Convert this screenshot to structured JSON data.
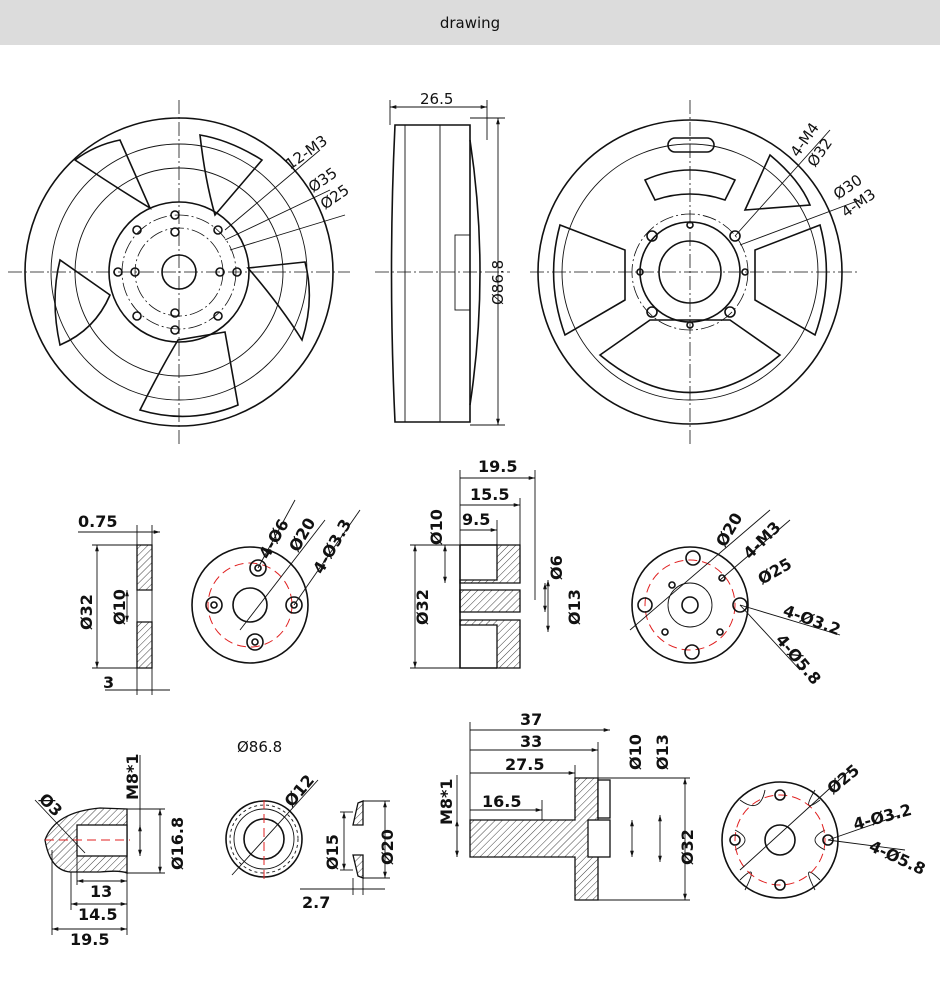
{
  "window": {
    "title": "drawing"
  },
  "views": {
    "front_left": {
      "holes": "12-M3",
      "d1": "Ø35",
      "d2": "Ø25"
    },
    "side": {
      "width": "26.5",
      "diameter": "Ø86.8"
    },
    "front_right": {
      "holes1": "4-M4",
      "d1": "Ø32",
      "d2": "Ø30",
      "holes2": "4-M3"
    },
    "adapter_section": {
      "thick": "0.75",
      "outer": "Ø32",
      "inner": "Ø10",
      "depth": "3"
    },
    "adapter_face": {
      "holes1": "4-Ø6",
      "d": "Ø20",
      "holes2": "4-Ø3.3"
    },
    "mount_section": {
      "l1": "19.5",
      "l2": "15.5",
      "l3": "9.5",
      "d1": "Ø10",
      "d2": "Ø32",
      "d3": "Ø6",
      "d4": "Ø13"
    },
    "mount_face": {
      "d1": "Ø20",
      "holes1": "4-M3",
      "d2": "Ø25",
      "holes2": "4-Ø3.2",
      "holes3": "4-Ø5.8"
    },
    "prop_nut": {
      "d_tip": "Ø3",
      "thread": "M8*1",
      "d_out": "Ø16.8",
      "l1": "13",
      "l2": "14.5",
      "l3": "19.5"
    },
    "washer": {
      "note": "Ø86.8",
      "d_in": "Ø12",
      "d1": "Ø15",
      "d2": "Ø20",
      "thick": "2.7"
    },
    "shaft": {
      "l1": "37",
      "l2": "33",
      "l3": "27.5",
      "l4": "16.5",
      "thread": "M8*1",
      "d1": "Ø10",
      "d2": "Ø13",
      "d3": "Ø32"
    },
    "shaft_face": {
      "d": "Ø25",
      "holes1": "4-Ø3.2",
      "holes2": "4-Ø5.8"
    }
  }
}
